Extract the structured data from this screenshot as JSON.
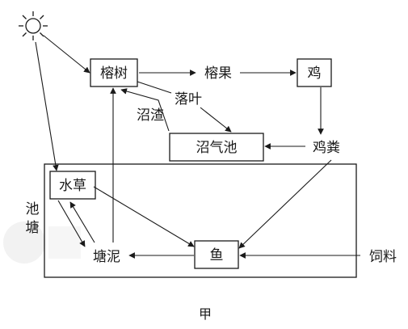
{
  "diagram": {
    "nodes": {
      "banyan": "榕树",
      "banyan_fruit": "榕果",
      "chicken": "鸡",
      "fallen_leaves": "落叶",
      "biogas_residue": "沼渣",
      "biogas_pit": "沼气池",
      "chicken_manure": "鸡粪",
      "water_grass": "水草",
      "pond_label_1": "池",
      "pond_label_2": "塘",
      "pond_mud": "塘泥",
      "fish": "鱼",
      "feed": "饲料"
    },
    "caption": "甲",
    "icons": {
      "sun": "sun-icon"
    }
  }
}
